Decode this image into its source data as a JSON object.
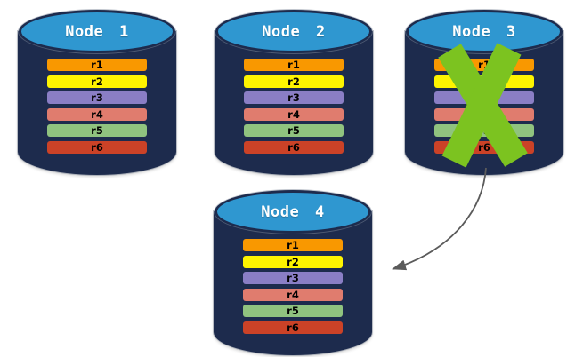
{
  "diagram": {
    "name": "database-node-replication-failover-diagram",
    "nodes": [
      {
        "id": "node1",
        "label": "Node 1",
        "failed": false,
        "records": [
          "r1",
          "r2",
          "r3",
          "r4",
          "r5",
          "r6"
        ]
      },
      {
        "id": "node2",
        "label": "Node 2",
        "failed": false,
        "records": [
          "r1",
          "r2",
          "r3",
          "r4",
          "r5",
          "r6"
        ]
      },
      {
        "id": "node3",
        "label": "Node 3",
        "failed": true,
        "records": [
          "r1",
          "r2",
          "r3",
          "r4",
          "r5",
          "r6"
        ]
      },
      {
        "id": "node4",
        "label": "Node 4",
        "failed": false,
        "records": [
          "r1",
          "r2",
          "r3",
          "r4",
          "r5",
          "r6"
        ]
      }
    ],
    "record_colors": {
      "r1": "#F99800",
      "r2": "#FEF400",
      "r3": "#8A7EC5",
      "r4": "#E07C6E",
      "r5": "#90C37F",
      "r6": "#CB4227"
    },
    "colors": {
      "cylinder_body": "#1D2B4D",
      "cylinder_top": "#2F97D0",
      "node_label_text": "#FFFFFF",
      "record_label_text": "#000000",
      "failure_x": "#7CC320",
      "arrow": "#5B5B5B"
    },
    "arrow": {
      "from": "node3",
      "to": "node4"
    },
    "icons": [
      {
        "name": "failure-x-icon",
        "meaning": "failed node"
      },
      {
        "name": "replication-arrow",
        "meaning": "data copied from failed node to new node"
      }
    ]
  }
}
